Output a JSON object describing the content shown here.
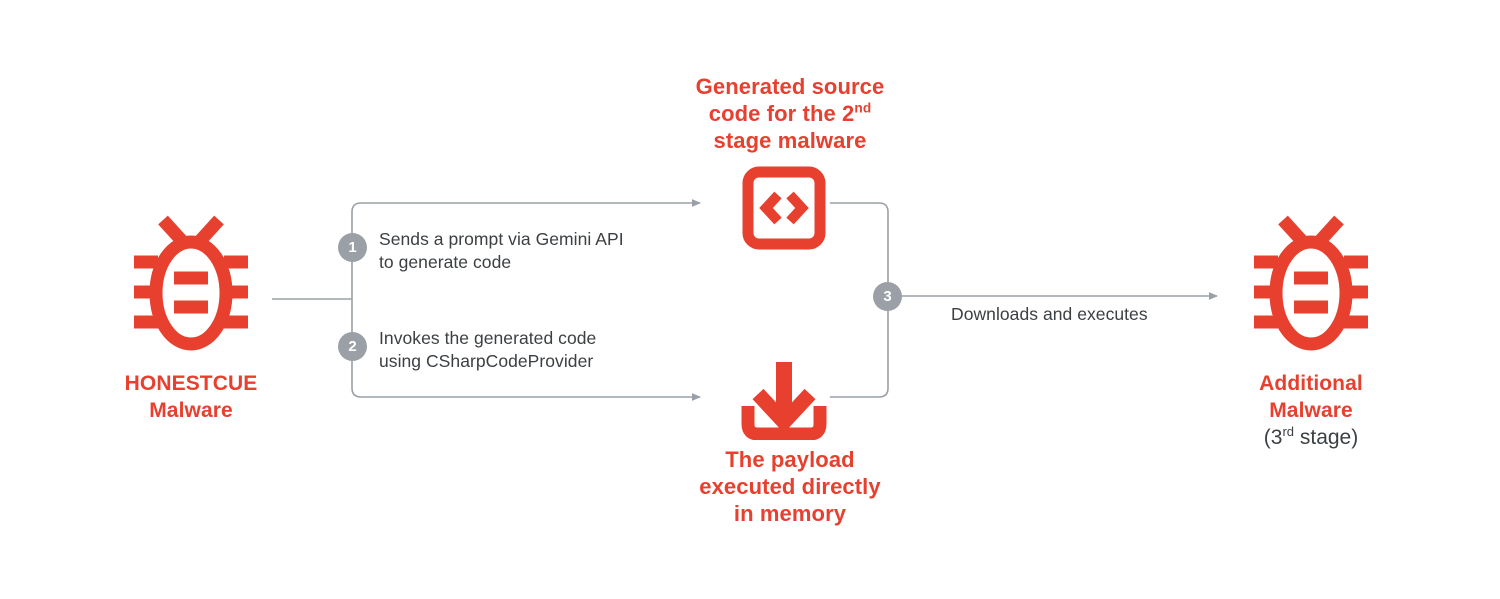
{
  "diagram": {
    "title_color": "#E7402F",
    "line_color": "#9AA0A6",
    "text_color": "#3C4043",
    "badge_color": "#9AA0A6"
  },
  "nodes": {
    "source": {
      "icon": "bug-icon",
      "label_line1": "HONESTCUE",
      "label_line2": "Malware"
    },
    "code": {
      "icon": "code-brackets-icon",
      "label_line1": "Generated source",
      "label_line2_pre": "code for the 2",
      "label_line2_sup": "nd",
      "label_line3": "stage malware"
    },
    "payload": {
      "icon": "download-arrow-icon",
      "label_line1": "The payload",
      "label_line2": "executed directly",
      "label_line3": "in memory"
    },
    "target": {
      "icon": "bug-icon",
      "label_line1": "Additional",
      "label_line2": "Malware",
      "label_line3_pre": "(3",
      "label_line3_sup": "rd",
      "label_line3_post": " stage)"
    }
  },
  "steps": [
    {
      "number": "1",
      "text": "Sends a prompt via Gemini API to generate code"
    },
    {
      "number": "2",
      "text": "Invokes the generated code using CSharpCodeProvider"
    },
    {
      "number": "3",
      "text": "Downloads and executes"
    }
  ]
}
